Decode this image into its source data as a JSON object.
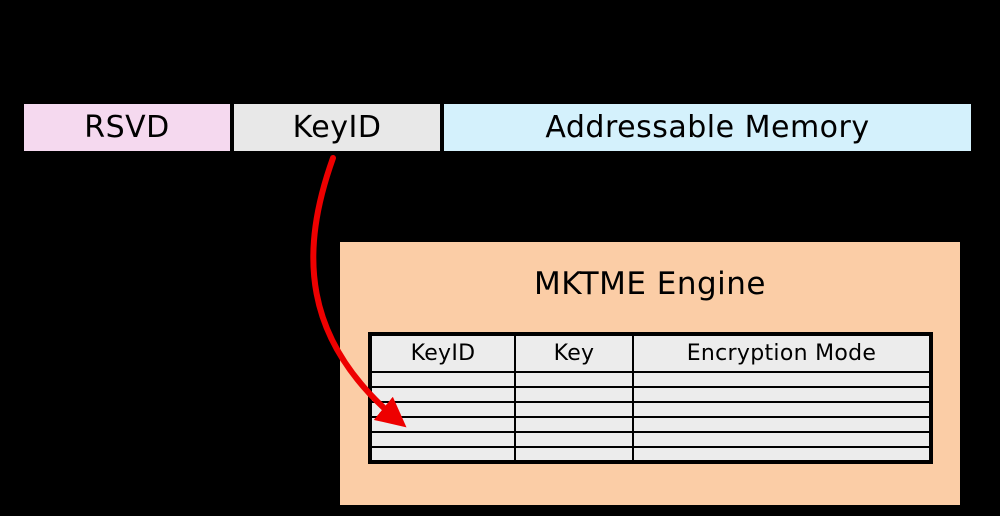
{
  "background_color": "#000000",
  "address_bar": {
    "name": "physical-address-space-bar",
    "segments": [
      {
        "label": "RSVD",
        "color": "#f5d9ef"
      },
      {
        "label": "KeyID",
        "color": "#e8e8e8"
      },
      {
        "label": "Addressable Memory",
        "color": "#d4f1fc"
      }
    ]
  },
  "mktme": {
    "title": "MKTME Engine",
    "panel_color": "#fbcda6",
    "table": {
      "columns": [
        "KeyID",
        "Key",
        "Encryption Mode"
      ],
      "row_count": 6,
      "rows": [
        [
          "",
          "",
          ""
        ],
        [
          "",
          "",
          ""
        ],
        [
          "",
          "",
          ""
        ],
        [
          "",
          "",
          ""
        ],
        [
          "",
          "",
          ""
        ],
        [
          "",
          "",
          ""
        ]
      ],
      "cell_color": "#ececec",
      "border_color": "#000000"
    }
  },
  "arrow": {
    "name": "keyid-to-table-arrow",
    "color": "#ee0000",
    "from": "KeyID",
    "to": "KeyID column of MKTME key table"
  }
}
